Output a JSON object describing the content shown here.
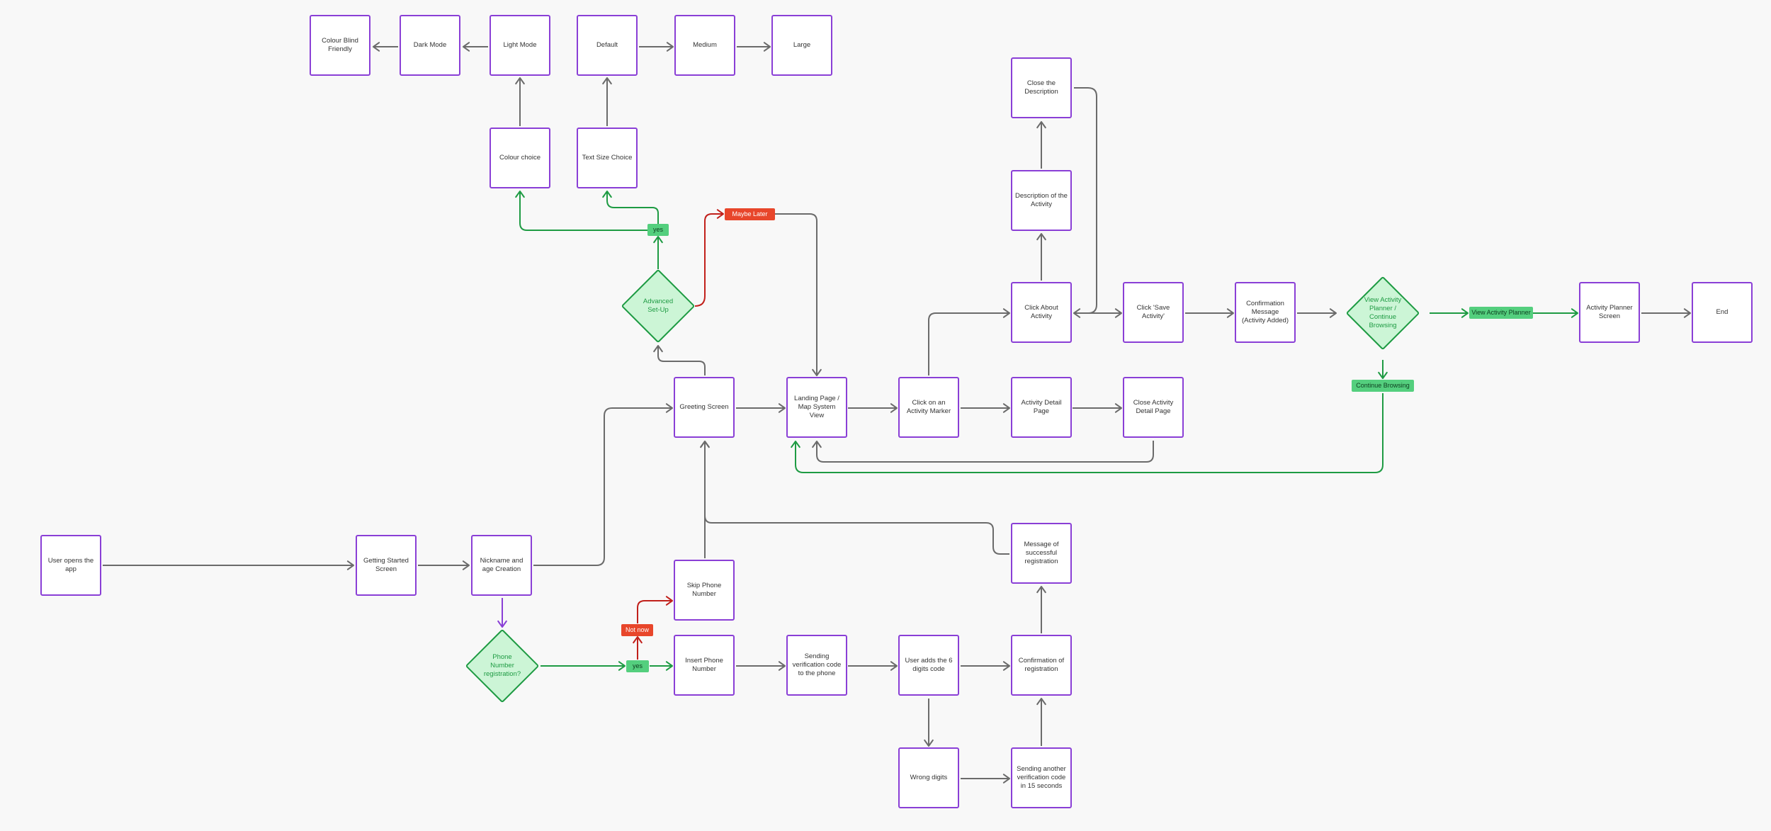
{
  "colors": {
    "node_border": "#8a3fd6",
    "decision_fill": "#ccf5d6",
    "decision_border": "#1e9b43",
    "edge_gray": "#6b6b6b",
    "edge_green": "#1e9b43",
    "edge_red": "#c1201b",
    "edge_purple": "#8a3fd6",
    "label_green": "#54cf7e",
    "label_red": "#e8462b"
  },
  "nodes": {
    "colour_blind": "Colour Blind Friendly",
    "dark_mode": "Dark Mode",
    "light_mode": "Light Mode",
    "default_size": "Default",
    "medium_size": "Medium",
    "large_size": "Large",
    "colour_choice": "Colour choice",
    "text_size_choice": "Text Size Choice",
    "close_description": "Close the Description",
    "description_activity": "Description of the Activity",
    "click_about": "Click About Activity",
    "click_save": "Click 'Save Activity'",
    "confirmation_added": "Confirmation Message (Activity Added)",
    "activity_planner_screen": "Activity Planner Screen",
    "end": "End",
    "greeting_screen": "Greeting Screen",
    "landing_page": "Landing Page / Map System View",
    "click_marker": "Click on an Activity Marker",
    "activity_detail": "Activity Detail Page",
    "close_activity_detail": "Close Activity Detail Page",
    "message_success": "Message of successful registration",
    "user_opens": "User opens the app",
    "getting_started": "Getting Started Screen",
    "nickname_age": "Nickname and age Creation",
    "skip_phone": "Skip Phone Number",
    "insert_phone": "Insert Phone Number",
    "sending_code": "Sending verification code to the phone",
    "user_adds_code": "User adds the 6 digits code",
    "confirmation_registration": "Confirmation of registration",
    "wrong_digits": "Wrong digits",
    "sending_another": "Sending another verification code in 15 seconds"
  },
  "decisions": {
    "advanced_setup": "Advanced Set-Up",
    "view_planner_decision": "View Activity Planner / Continue Browsing",
    "phone_registration": "Phone Number registration?"
  },
  "labels": {
    "yes_setup": "yes",
    "maybe_later": "Maybe Later",
    "view_activity_planner": "View Activity Planner",
    "continue_browsing": "Continue Browsing",
    "not_now": "Not now",
    "yes_phone": "yes"
  }
}
